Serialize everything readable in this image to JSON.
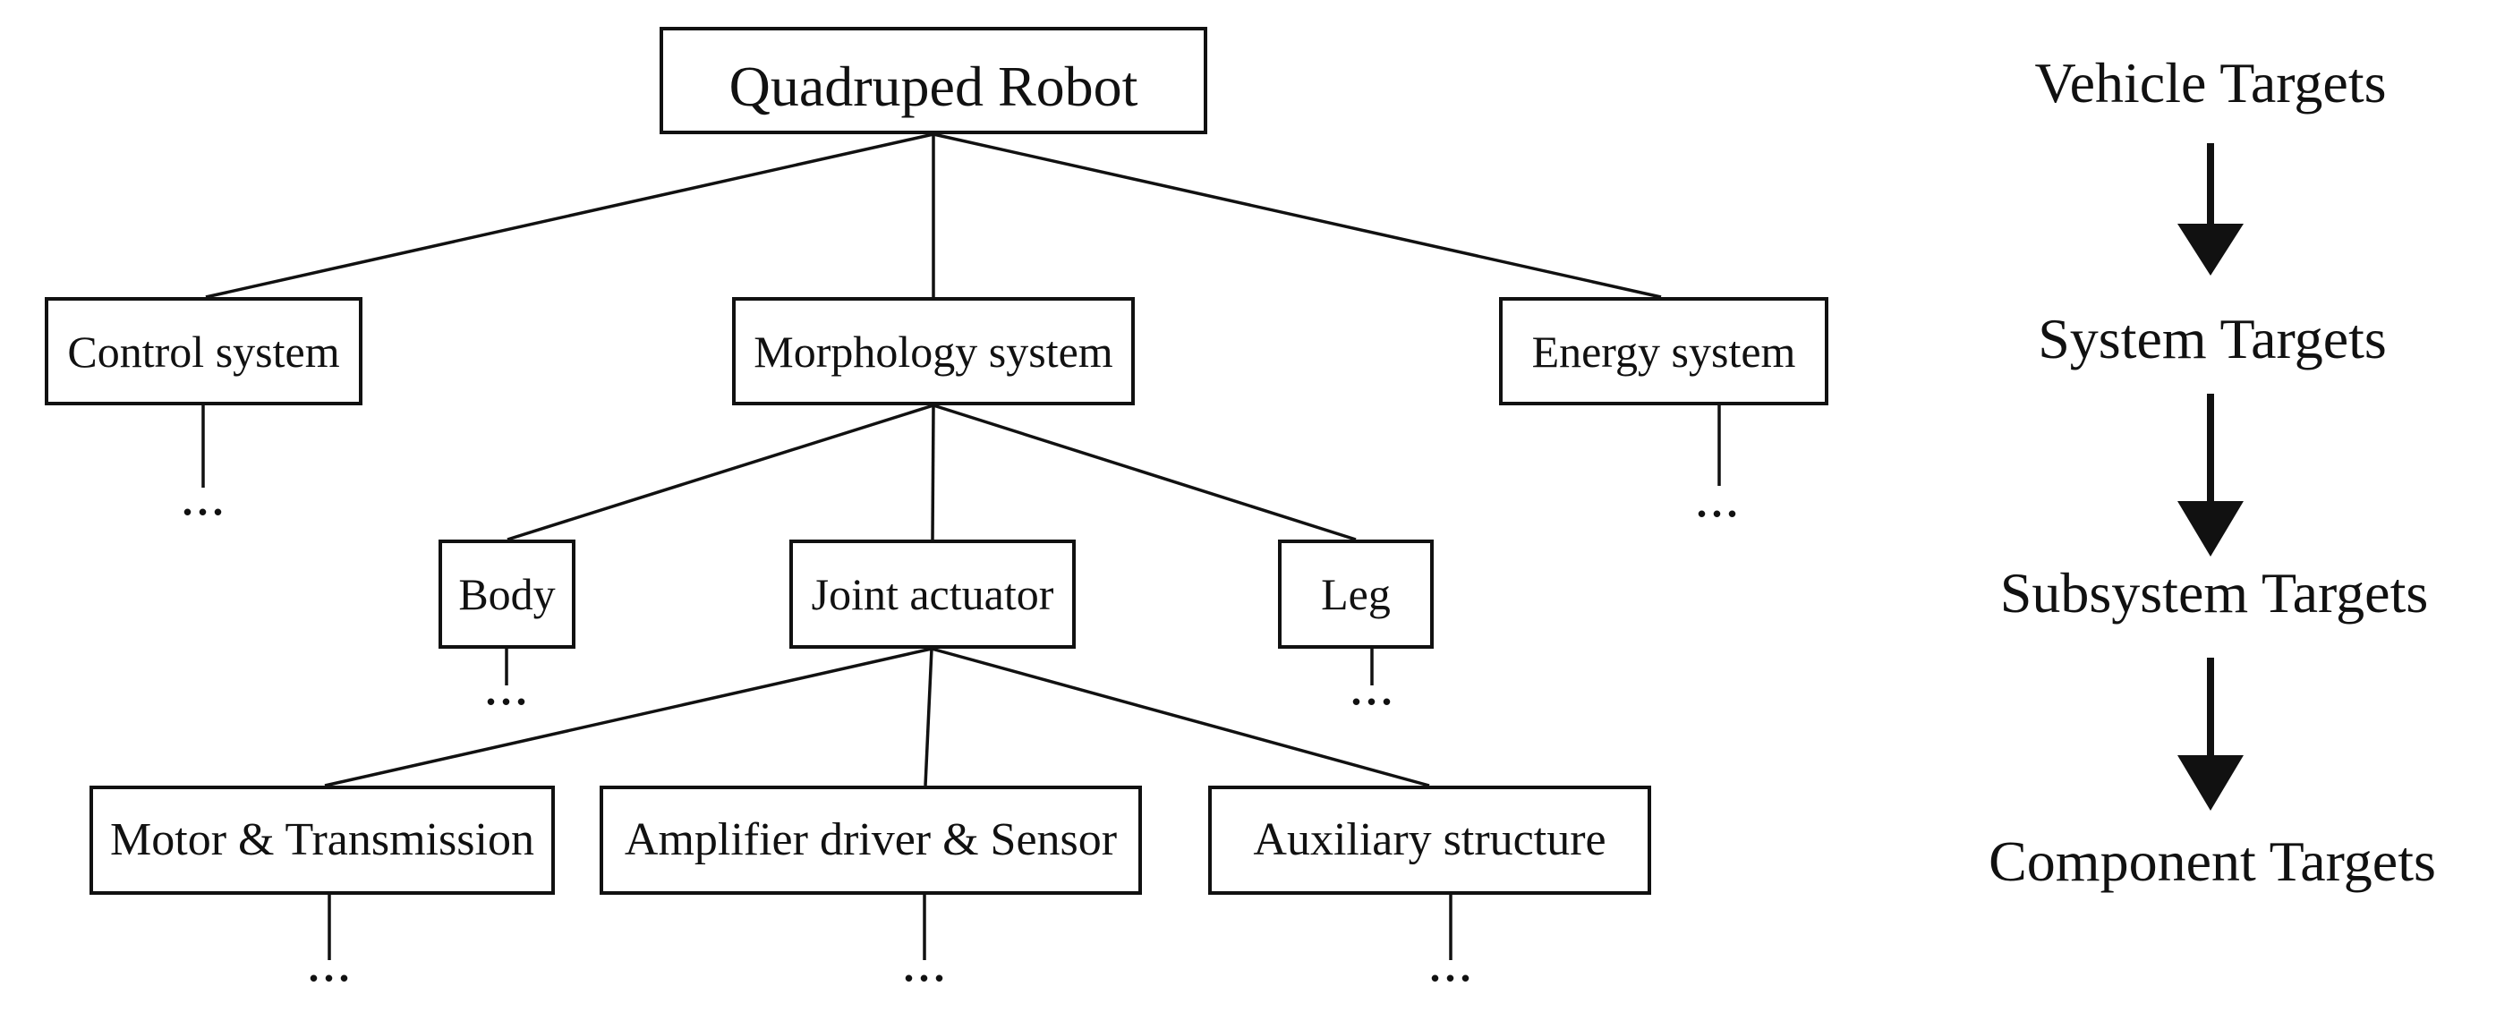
{
  "figure": {
    "colors": {
      "ink": "#111111",
      "background": "#ffffff"
    },
    "tree": {
      "root": {
        "label": "Quadruped Robot"
      },
      "level2": [
        {
          "label": "Control system",
          "ellipsis": "..."
        },
        {
          "label": "Morphology system"
        },
        {
          "label": "Energy system",
          "ellipsis": "..."
        }
      ],
      "level3": [
        {
          "label": "Body",
          "ellipsis": "..."
        },
        {
          "label": "Joint actuator"
        },
        {
          "label": "Leg",
          "ellipsis": "..."
        }
      ],
      "level4": [
        {
          "label": "Motor & Transmission",
          "ellipsis": "..."
        },
        {
          "label": "Amplifier driver & Sensor",
          "ellipsis": "..."
        },
        {
          "label": "Auxiliary structure",
          "ellipsis": "..."
        }
      ]
    },
    "legend": {
      "levels": [
        {
          "label": "Vehicle Targets"
        },
        {
          "label": "System Targets"
        },
        {
          "label": "Subsystem Targets"
        },
        {
          "label": "Component Targets"
        }
      ],
      "arrow_icon": "down-arrow"
    }
  }
}
